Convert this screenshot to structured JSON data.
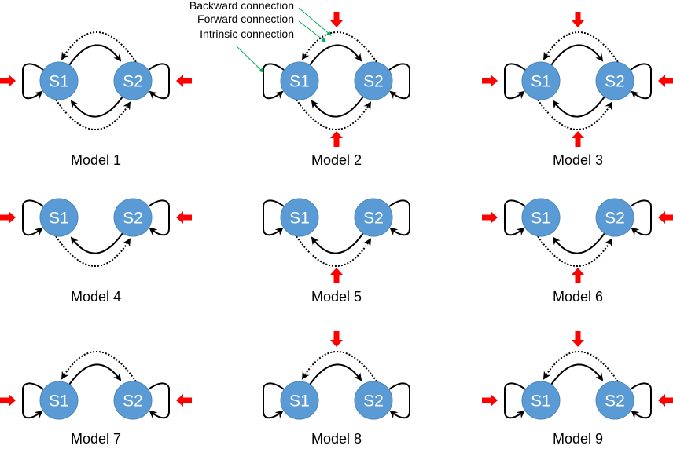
{
  "colors": {
    "node_fill": "#5B9BD5",
    "node_stroke": "#4A86BE",
    "node_text": "#FFFFFF",
    "connection": "#000000",
    "input_arrow": "#FF0000",
    "legend_pointer": "#00B050"
  },
  "legend": [
    {
      "label": "Backward connection",
      "type": "backward",
      "style": "dotted"
    },
    {
      "label": "Forward connection",
      "type": "forward",
      "style": "solid"
    },
    {
      "label": "Intrinsic connection",
      "type": "intrinsic",
      "style": "solid"
    }
  ],
  "nodes": [
    "S1",
    "S2"
  ],
  "models": [
    {
      "label": "Model 1",
      "forward_top": true,
      "backward_top": true,
      "forward_bottom": true,
      "backward_bottom": true,
      "inputs": [
        "left",
        "right"
      ]
    },
    {
      "label": "Model 2",
      "forward_top": true,
      "backward_top": true,
      "forward_bottom": true,
      "backward_bottom": true,
      "inputs": [
        "top",
        "bottom"
      ]
    },
    {
      "label": "Model 3",
      "forward_top": true,
      "backward_top": true,
      "forward_bottom": true,
      "backward_bottom": true,
      "inputs": [
        "left",
        "right",
        "top",
        "bottom"
      ]
    },
    {
      "label": "Model 4",
      "forward_top": false,
      "backward_top": false,
      "forward_bottom": true,
      "backward_bottom": true,
      "inputs": [
        "left",
        "right"
      ]
    },
    {
      "label": "Model 5",
      "forward_top": false,
      "backward_top": false,
      "forward_bottom": true,
      "backward_bottom": true,
      "inputs": [
        "bottom"
      ]
    },
    {
      "label": "Model 6",
      "forward_top": false,
      "backward_top": false,
      "forward_bottom": true,
      "backward_bottom": true,
      "inputs": [
        "left",
        "right",
        "bottom"
      ]
    },
    {
      "label": "Model 7",
      "forward_top": true,
      "backward_top": true,
      "forward_bottom": false,
      "backward_bottom": false,
      "inputs": [
        "left",
        "right"
      ]
    },
    {
      "label": "Model 8",
      "forward_top": true,
      "backward_top": true,
      "forward_bottom": false,
      "backward_bottom": false,
      "inputs": [
        "top"
      ]
    },
    {
      "label": "Model 9",
      "forward_top": true,
      "backward_top": true,
      "forward_bottom": false,
      "backward_bottom": false,
      "inputs": [
        "left",
        "right",
        "top"
      ]
    }
  ]
}
